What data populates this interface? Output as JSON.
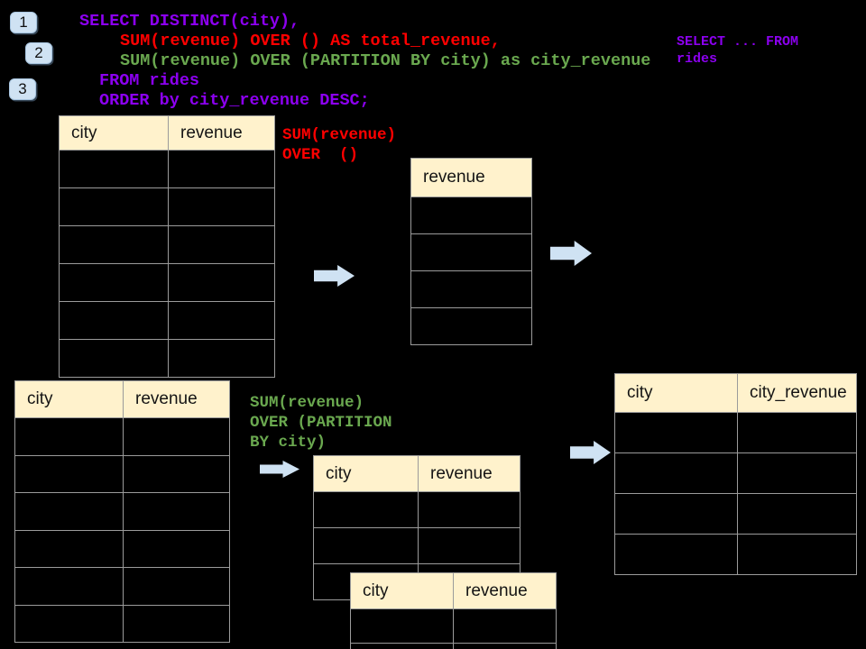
{
  "badges": [
    {
      "label": "1"
    },
    {
      "label": "2"
    },
    {
      "label": "3"
    }
  ],
  "code": {
    "lines": [
      {
        "text": "SELECT DISTINCT(city),",
        "color": "purple"
      },
      {
        "text": "SUM(revenue) OVER () AS total_revenue,",
        "color": "red"
      },
      {
        "text": "SUM(revenue) OVER (PARTITION BY city) as city_revenue",
        "color": "green"
      },
      {
        "text": "FROM rides",
        "color": "purple"
      },
      {
        "text": "ORDER by city_revenue DESC;",
        "color": "purple"
      }
    ]
  },
  "side_note": {
    "line1": "SELECT ... FROM",
    "line2": "rides"
  },
  "annotations": {
    "total": {
      "line1": "SUM(revenue)",
      "line2": "OVER  ()"
    },
    "partition": {
      "line1": "SUM(revenue)",
      "line2": "OVER (PARTITION",
      "line3": "BY city)"
    }
  },
  "tables": {
    "source_top": {
      "columns": [
        "city",
        "revenue"
      ],
      "empty_rows": 6
    },
    "total_result": {
      "columns": [
        "revenue"
      ],
      "empty_rows": 4
    },
    "source_bottom": {
      "columns": [
        "city",
        "revenue"
      ],
      "empty_rows": 6
    },
    "partition_mid": {
      "columns": [
        "city",
        "revenue"
      ],
      "empty_rows": 3
    },
    "partition_overlay": {
      "columns": [
        "city",
        "revenue"
      ],
      "empty_rows": 2
    },
    "city_revenue_result": {
      "columns": [
        "city",
        "city_revenue"
      ],
      "empty_rows": 4
    }
  },
  "icons": {
    "arrows": "right-block-arrow"
  },
  "colors": {
    "background": "#000000",
    "sql_purple": "#8c00f0",
    "sql_red": "#ff0000",
    "sql_green": "#6aa84f",
    "table_header_bg": "#fff2cc",
    "table_border": "#9b9b9b",
    "arrow_blue": "#cfe2f3"
  }
}
